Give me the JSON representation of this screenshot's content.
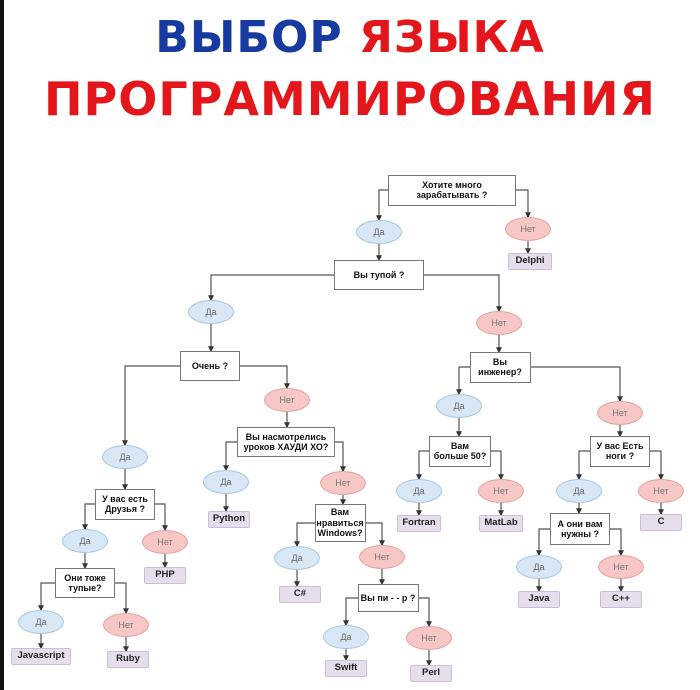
{
  "title": {
    "line1_blue": "ВЫБОР",
    "line1_red": "ЯЗЫКА",
    "line2": "ПРОГРАММИРОВАНИЯ"
  },
  "labels": {
    "yes": "Да",
    "no": "Нет"
  },
  "questions": {
    "earn": "Хотите много\nзарабатывать ?",
    "stupid": "Вы тупой ?",
    "very": "Очень ?",
    "engineer": "Вы\nинженер?",
    "hauди": "Вы насмотрелись\nуроков ХАУДИ ХО?",
    "friends": "У вас есть\nДрузья ?",
    "friends_stupid": "Они тоже\nтупые?",
    "windows": "Вам\nнравиться\nWindows?",
    "p": "Вы пи - - р ?",
    "over50": "Вам\nбольше 50?",
    "legs": "У вас Есть\nноги ?",
    "need": "А они вам\nнужны ?"
  },
  "languages": {
    "delphi": "Delphi",
    "python": "Python",
    "php": "PHP",
    "javascript": "Javascript",
    "ruby": "Ruby",
    "csharp": "C#",
    "swift": "Swift",
    "perl": "Perl",
    "fortran": "Fortran",
    "matlab": "MatLab",
    "c": "C",
    "java": "Java",
    "cpp": "C++"
  },
  "colors": {
    "title_blue": "#163aa0",
    "title_red": "#e3161b",
    "yes_fill": "#d7e7f6",
    "no_fill": "#f6c7c5",
    "lang_fill": "#e6dded"
  }
}
